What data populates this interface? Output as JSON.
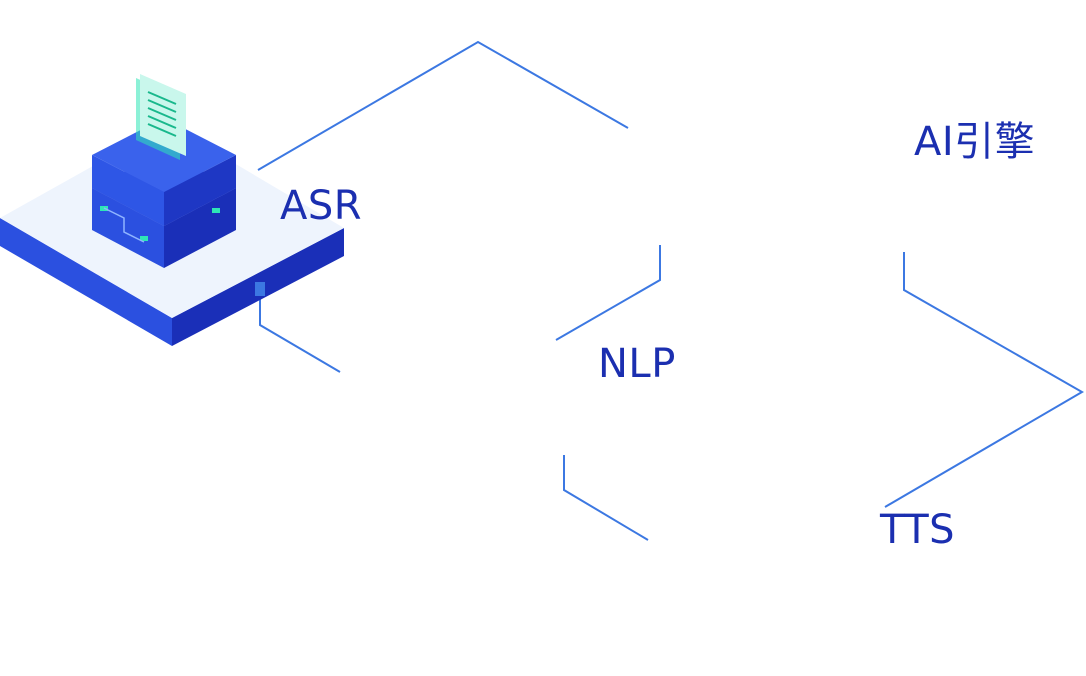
{
  "nodes": {
    "asr": {
      "label": "ASR",
      "icon": "document-server-icon"
    },
    "nlp": {
      "label": "NLP",
      "icon": "folder-processor-icon"
    },
    "ai_engine": {
      "label": "AI引擎",
      "icon": "server-rack-icon"
    },
    "tts": {
      "label": "TTS",
      "icon": "chip-icon"
    }
  },
  "connections": [
    {
      "from": "ASR",
      "to": "AI引擎"
    },
    {
      "from": "ASR",
      "to": "NLP"
    },
    {
      "from": "NLP",
      "to": "AI引擎"
    },
    {
      "from": "NLP",
      "to": "TTS"
    },
    {
      "from": "AI引擎",
      "to": "TTS"
    }
  ],
  "colors": {
    "platform_top": "#eef4fd",
    "platform_left": "#2b50e0",
    "platform_right": "#1a2fb8",
    "connector": "#3c78e2",
    "accent": "#2ee6b6",
    "label": "#1b2fb0"
  }
}
